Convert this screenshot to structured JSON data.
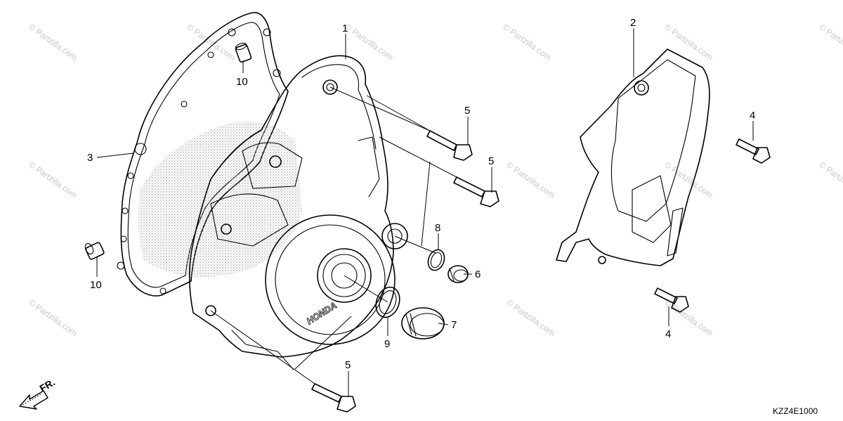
{
  "callouts": {
    "c1": "1",
    "c2": "2",
    "c3": "3",
    "c4a": "4",
    "c4b": "4",
    "c5a": "5",
    "c5b": "5",
    "c5c": "5",
    "c6": "6",
    "c7": "7",
    "c8": "8",
    "c9": "9",
    "c10a": "10",
    "c10b": "10"
  },
  "brand_mark": "HONDA",
  "diagram_code": "KZZ4E1000",
  "front_arrow_label": "FR.",
  "watermarks": {
    "w1": "© Partzilla.com",
    "w2": "© Partzilla.com",
    "w3": "© Partzilla.com",
    "w4": "© Partzilla.com",
    "w5": "© Partzilla.com",
    "w6": "© Partzilla.com",
    "w7": "© Partzilla.com",
    "w8": "© Partzilla.com",
    "w9": "© Partzilla.com",
    "w10": "© Partzilla.com",
    "w11": "© Partzilla.com",
    "w12": "© Partzilla.com",
    "w13": "© Partzilla.com"
  },
  "colors": {
    "ink": "#000000",
    "stipple": "#9a9a9a",
    "watermark": "#c8c8c8",
    "background": "#ffffff"
  }
}
